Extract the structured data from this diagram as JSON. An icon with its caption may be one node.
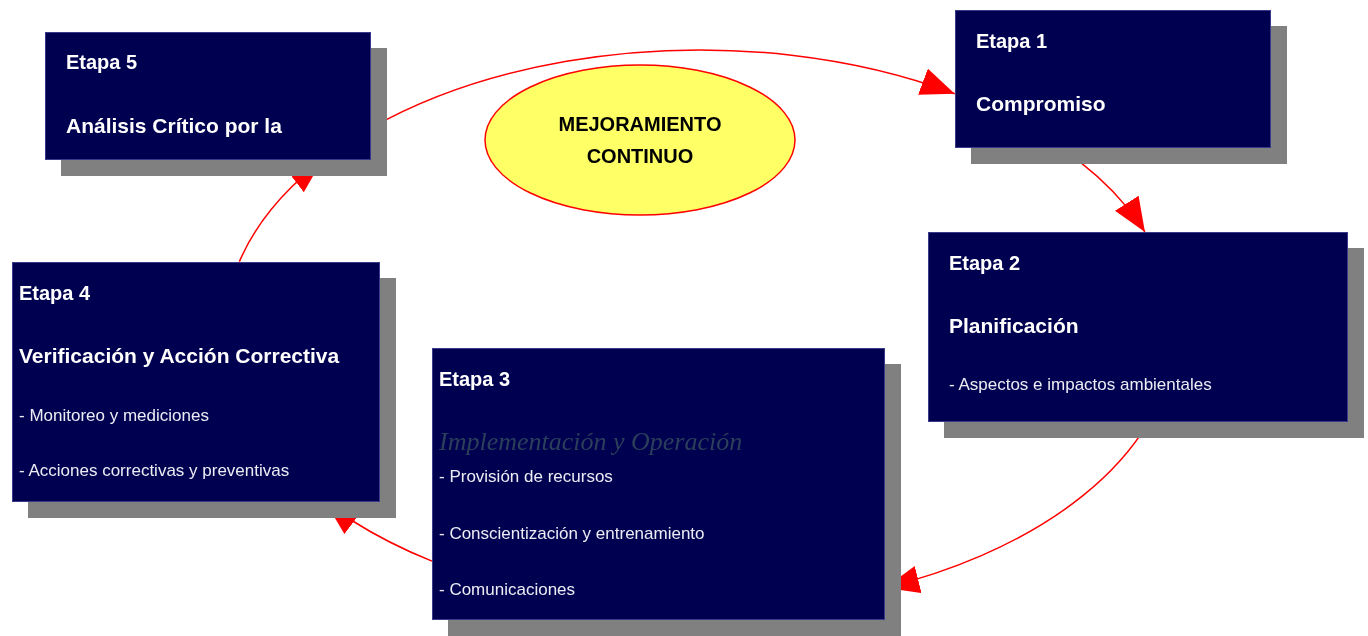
{
  "diagram": {
    "nodes": [
      {
        "text": [
          "Etapa 5",
          "Análisis Crítico por la"
        ]
      },
      {
        "text": [
          "MEJORAMIENTO CONTINUO"
        ]
      },
      {
        "text": [
          "Etapa 1",
          "Compromiso"
        ]
      },
      {
        "text": [
          "Etapa 2",
          "Planificación",
          "- Aspectos e impactos ambientales"
        ]
      },
      {
        "text": [
          "Etapa 4",
          "Verificación y Acción Correctiva",
          "- Monitoreo y mediciones",
          "- Acciones correctivas y preventivas"
        ]
      },
      {
        "text": [
          "Etapa 3",
          "Implementación y Operación",
          "- Provisión de recursos",
          "- Conscientización y entrenamiento",
          "- Comunicaciones"
        ]
      }
    ],
    "edges": [
      {
        "from": 0,
        "to": 2,
        "arrow": "to"
      },
      {
        "from": 2,
        "to": 3,
        "arrow": "to"
      },
      {
        "from": 3,
        "to": 5,
        "arrow": "to"
      },
      {
        "from": 5,
        "to": 4,
        "arrow": "to"
      },
      {
        "from": 4,
        "to": 0,
        "arrow": "to"
      }
    ]
  }
}
